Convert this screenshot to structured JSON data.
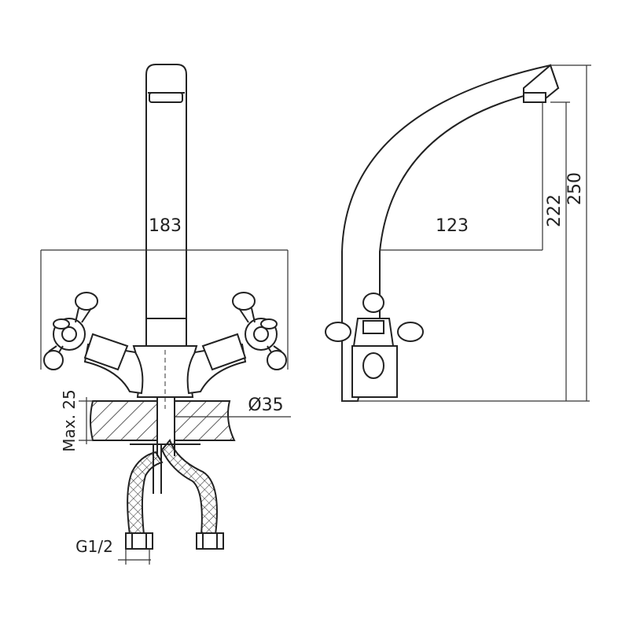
{
  "drawing": {
    "front_view": {
      "spout_width_label": "183",
      "mounting_thickness_label": "Max. 25",
      "hole_diameter_label": "Ø35",
      "thread_label": "G1/2"
    },
    "side_view": {
      "reach_label": "123",
      "outlet_height_label": "222",
      "total_height_label": "250"
    }
  },
  "colors": {
    "line": "#222222",
    "background": "#ffffff"
  }
}
